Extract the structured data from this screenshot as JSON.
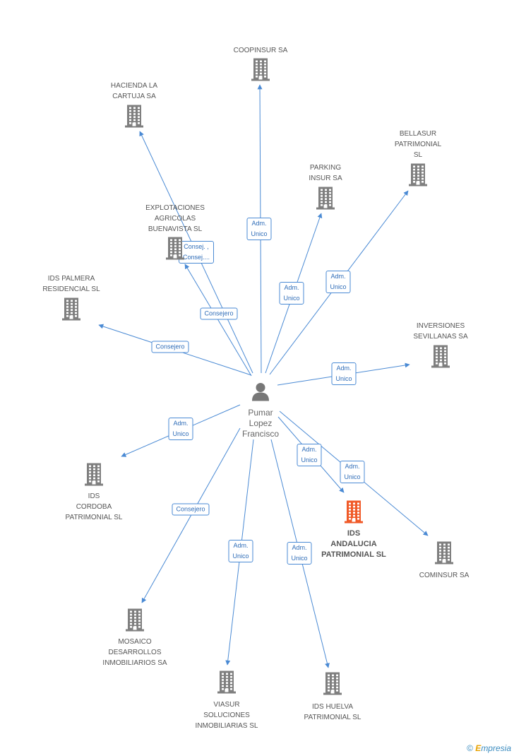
{
  "center": {
    "label": "Pumar\nLopez\nFrancisco"
  },
  "nodes": [
    {
      "id": "coopinsur",
      "label": "COOPINSUR SA",
      "highlight": false
    },
    {
      "id": "hacienda",
      "label": "HACIENDA LA\nCARTUJA SA",
      "highlight": false
    },
    {
      "id": "bellasur",
      "label": "BELLASUR\nPATRIMONIAL\nSL",
      "highlight": false
    },
    {
      "id": "parking",
      "label": "PARKING\nINSUR SA",
      "highlight": false
    },
    {
      "id": "explotaciones",
      "label": "EXPLOTACIONES\nAGRICOLAS\nBUENAVISTA SL",
      "highlight": false
    },
    {
      "id": "idspalmera",
      "label": "IDS PALMERA\nRESIDENCIAL  SL",
      "highlight": false
    },
    {
      "id": "inversiones",
      "label": "INVERSIONES\nSEVILLANAS SA",
      "highlight": false
    },
    {
      "id": "idscordoba",
      "label": "IDS\nCORDOBA\nPATRIMONIAL SL",
      "highlight": false
    },
    {
      "id": "idsandalucia",
      "label": "IDS\nANDALUCIA\nPATRIMONIAL SL",
      "highlight": true
    },
    {
      "id": "cominsur",
      "label": "COMINSUR SA",
      "highlight": false
    },
    {
      "id": "mosaico",
      "label": "MOSAICO\nDESARROLLOS\nINMOBILIARIOS SA",
      "highlight": false
    },
    {
      "id": "viasur",
      "label": "VIASUR\nSOLUCIONES\nINMOBILIARIAS SL",
      "highlight": false
    },
    {
      "id": "idshuelva",
      "label": "IDS HUELVA\nPATRIMONIAL SL",
      "highlight": false
    }
  ],
  "edges": [
    {
      "to": "coopinsur",
      "label": "Adm.\nUnico"
    },
    {
      "to": "hacienda",
      "label": "Consejero"
    },
    {
      "to": "explotaciones",
      "label": "Consej. ,\nConsej...."
    },
    {
      "to": "parking",
      "label": "Adm.\nUnico"
    },
    {
      "to": "bellasur",
      "label": "Adm.\nUnico"
    },
    {
      "to": "idspalmera",
      "label": "Consejero"
    },
    {
      "to": "inversiones",
      "label": "Adm.\nUnico"
    },
    {
      "to": "idscordoba",
      "label": "Adm.\nUnico"
    },
    {
      "to": "idsandalucia",
      "label": "Adm.\nUnico"
    },
    {
      "to": "cominsur",
      "label": "Adm.\nUnico"
    },
    {
      "to": "mosaico",
      "label": "Consejero"
    },
    {
      "to": "viasur",
      "label": "Adm.\nUnico"
    },
    {
      "to": "idshuelva",
      "label": "Adm.\nUnico"
    }
  ],
  "colors": {
    "edge": "#4a8ad4",
    "building": "#7f7f7f",
    "highlight": "#f05a28",
    "person": "#777777"
  },
  "footer": {
    "copyright": "©",
    "brand_e": "E",
    "brand_rest": "mpresia"
  }
}
